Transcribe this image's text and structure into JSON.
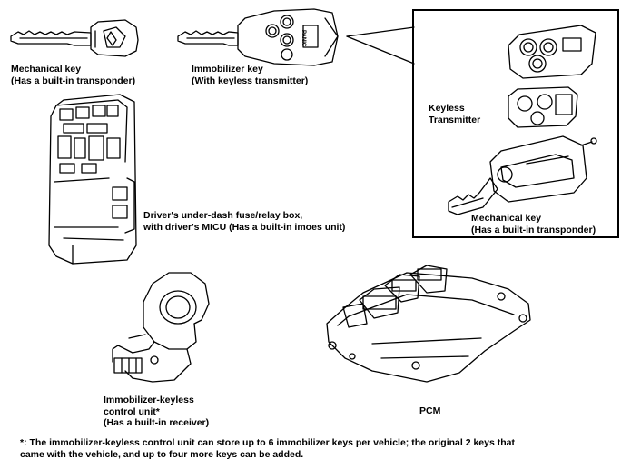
{
  "labels": {
    "mechanical_key": [
      "Mechanical key",
      "(Has a built-in transponder)"
    ],
    "immobilizer_key": [
      "Immobilizer key",
      "(With keyless transmitter)"
    ],
    "fuse_box": [
      "Driver's under-dash fuse/relay box,",
      "with driver's MICU (Has a built-in imoes unit)"
    ],
    "keyless_transmitter": [
      "Keyless",
      "Transmitter"
    ],
    "inset_mechanical_key": [
      "Mechanical key",
      "(Has a built-in transponder)"
    ],
    "control_unit": [
      "Immobilizer-keyless",
      "control unit*",
      "(Has a built-in receiver)"
    ],
    "pcm": "PCM",
    "remote_button_text": "PANIC"
  },
  "footnote": [
    "*: The immobilizer-keyless control unit can store up to 6 immobilizer keys per vehicle; the original 2 keys that",
    "came with the vehicle, and up to four more keys can be added."
  ]
}
